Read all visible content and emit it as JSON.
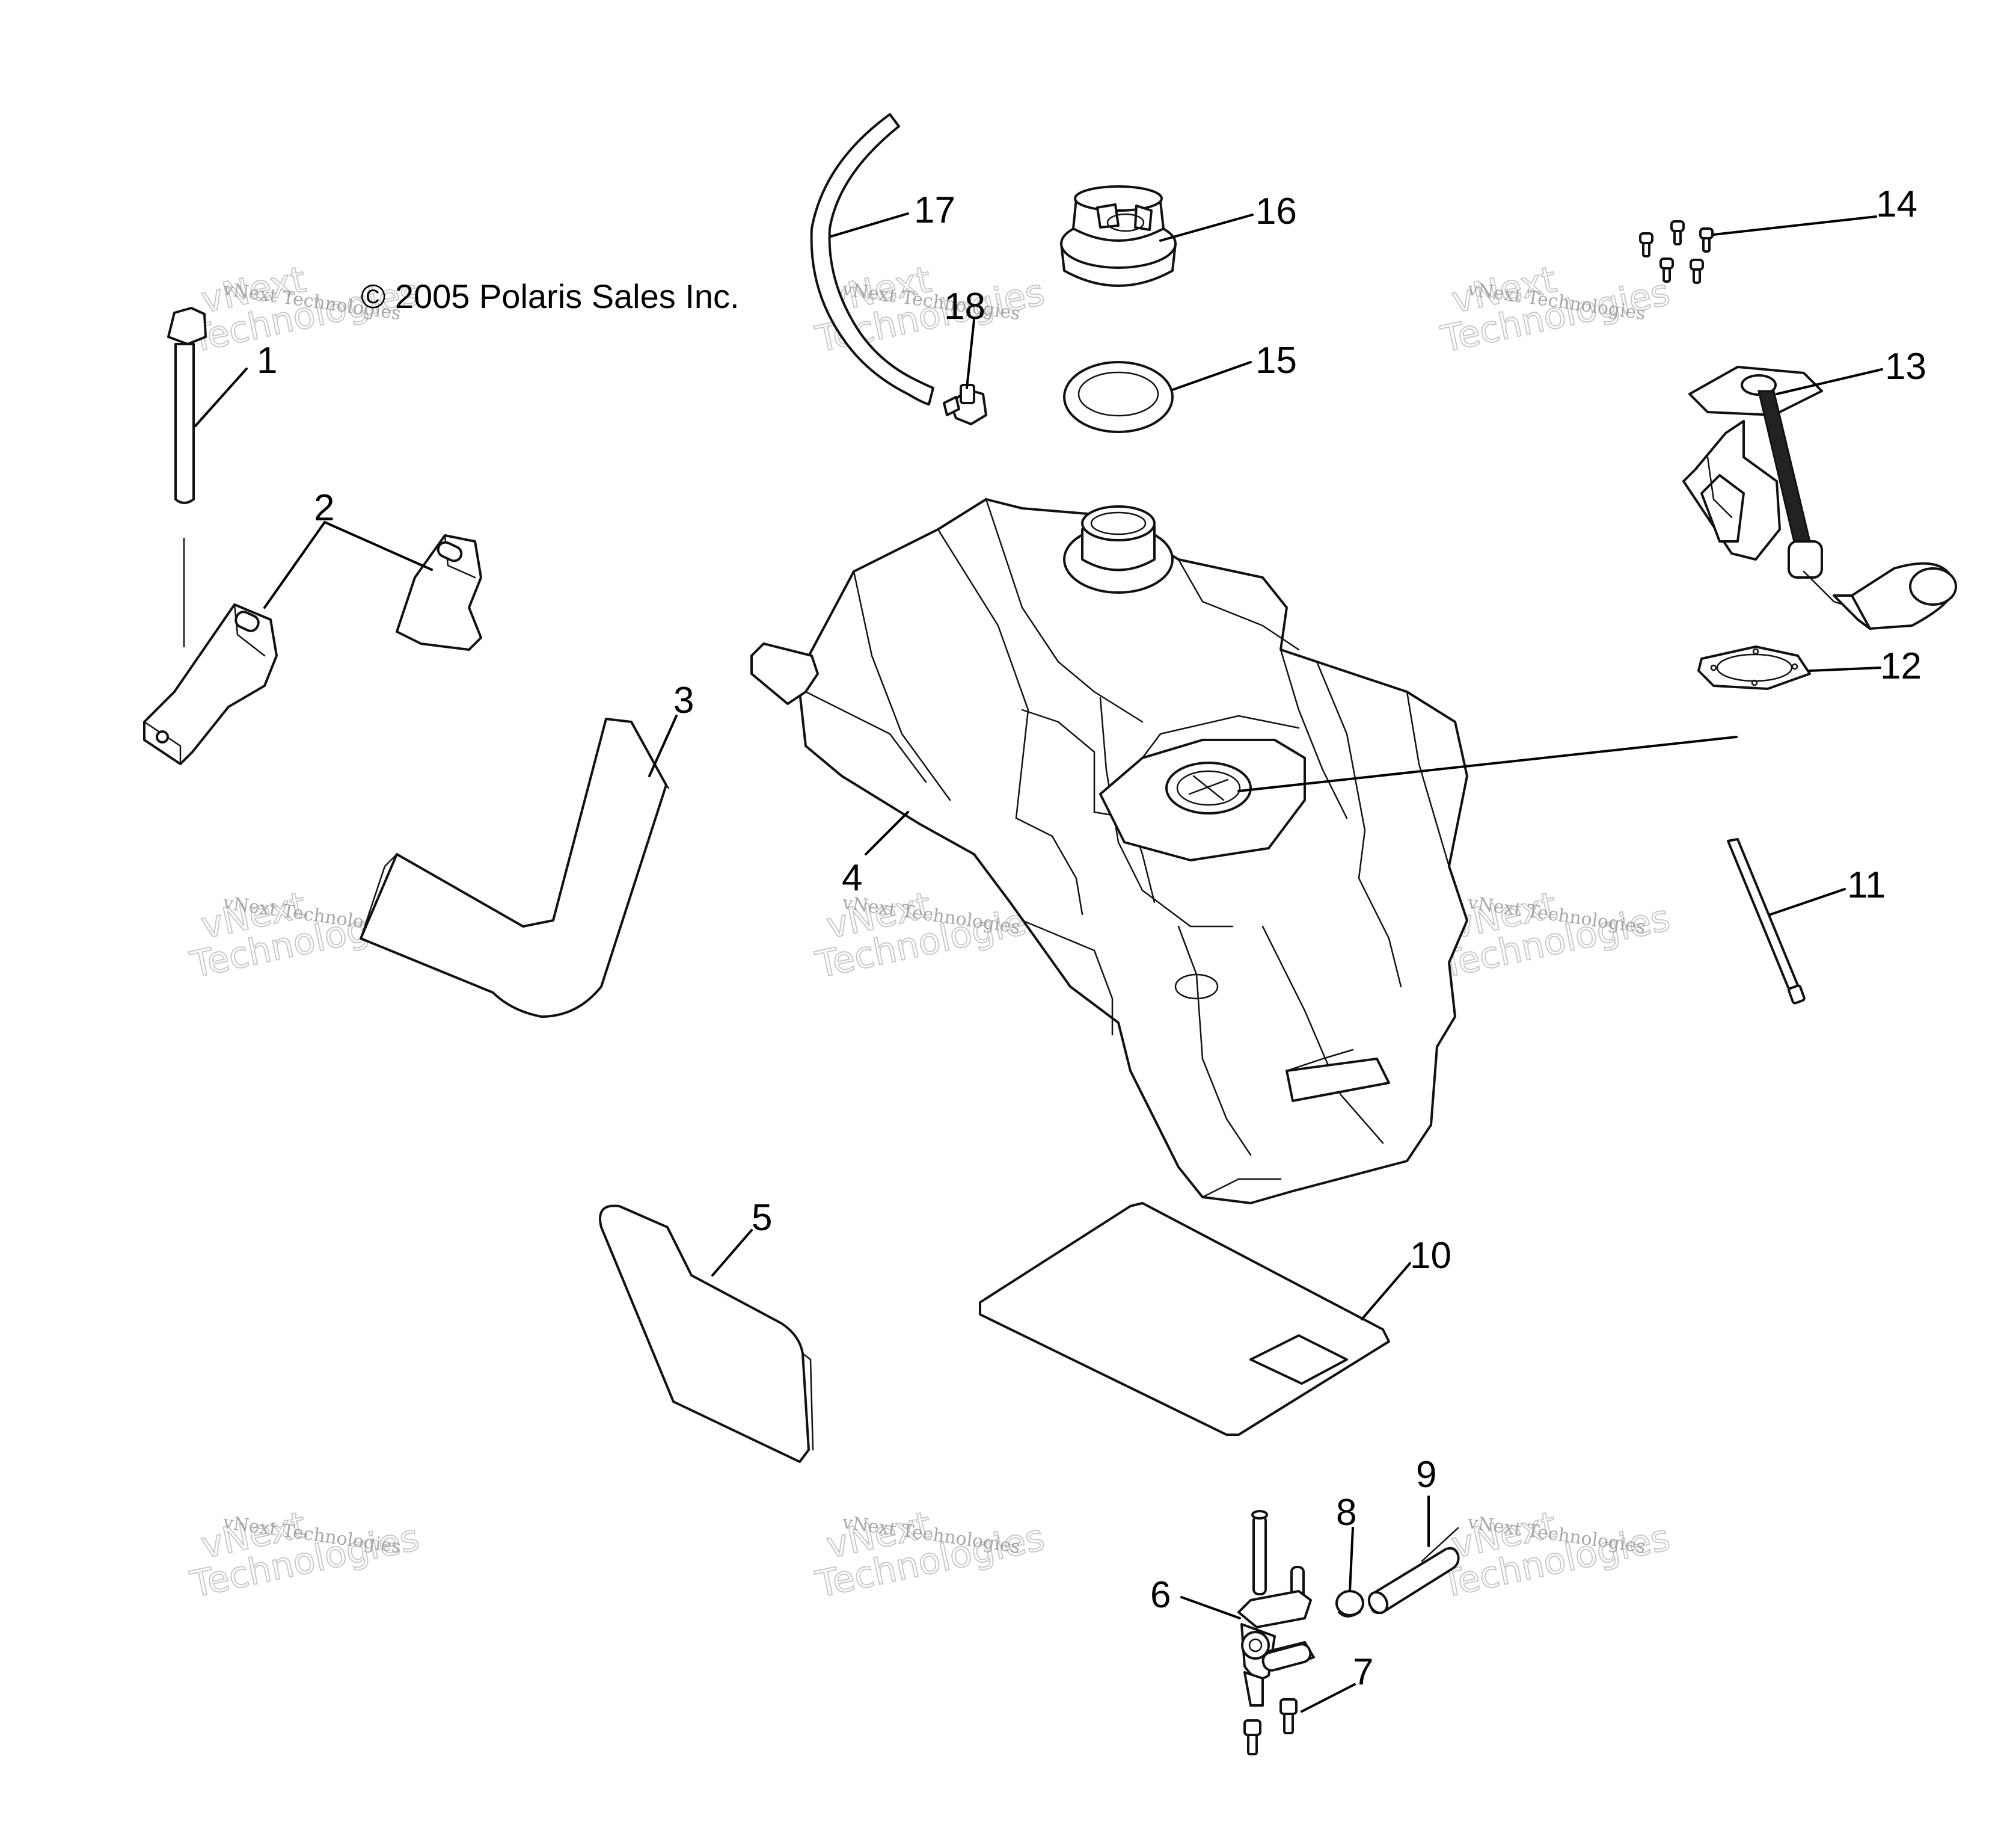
{
  "copyright": "© 2005 Polaris Sales Inc.",
  "watermark": {
    "line_small": "vNext Technologies",
    "line_big_1": "vNext",
    "line_big_2": "Technologies"
  },
  "callouts": [
    "1",
    "2",
    "3",
    "4",
    "5",
    "6",
    "7",
    "8",
    "9",
    "10",
    "11",
    "12",
    "13",
    "14",
    "15",
    "16",
    "17",
    "18"
  ]
}
